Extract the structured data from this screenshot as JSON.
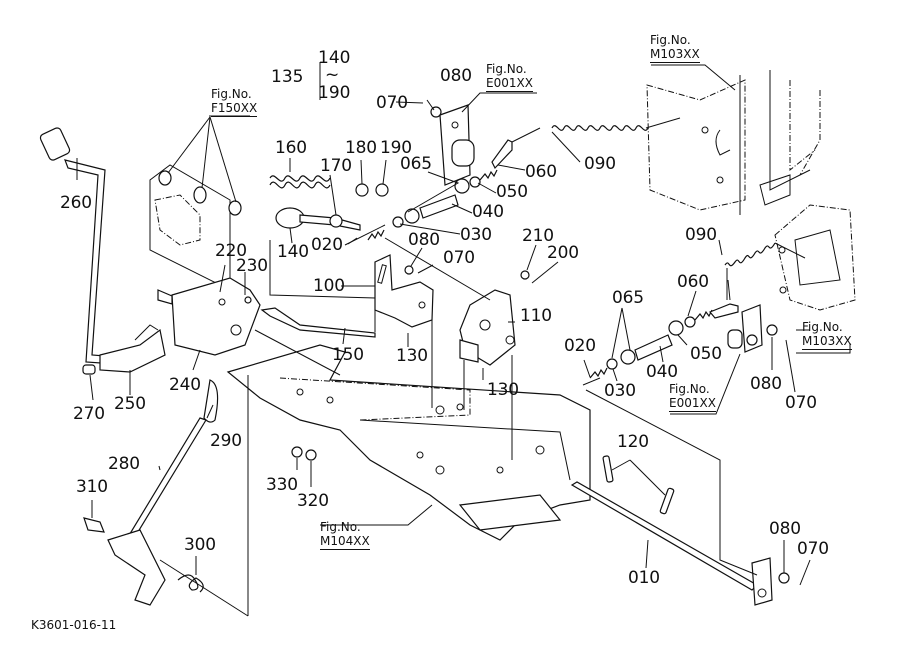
{
  "diagram": {
    "title": "Exploded parts diagram - pedal / linkage assembly",
    "caption": "K3601-016-11",
    "range_group": {
      "label": "135",
      "from": "140",
      "tilde": "~",
      "to": "190"
    },
    "figure_refs": [
      {
        "id": "fig-e001-top",
        "prefix": "Fig.No.",
        "code": "E001XX"
      },
      {
        "id": "fig-m103-top",
        "prefix": "Fig.No.",
        "code": "M103XX"
      },
      {
        "id": "fig-f150",
        "prefix": "Fig.No.",
        "code": "F150XX"
      },
      {
        "id": "fig-m103-right",
        "prefix": "Fig.No.",
        "code": "M103XX"
      },
      {
        "id": "fig-e001-right",
        "prefix": "Fig.No.",
        "code": "E001XX"
      },
      {
        "id": "fig-m104",
        "prefix": "Fig.No.",
        "code": "M104XX"
      }
    ],
    "part_labels": [
      {
        "id": "p080-top",
        "text": "080"
      },
      {
        "id": "p070-top",
        "text": "070"
      },
      {
        "id": "p160",
        "text": "160"
      },
      {
        "id": "p180",
        "text": "180"
      },
      {
        "id": "p190",
        "text": "190"
      },
      {
        "id": "p170",
        "text": "170"
      },
      {
        "id": "p065-mid",
        "text": "065"
      },
      {
        "id": "p060-mid",
        "text": "060"
      },
      {
        "id": "p050-mid",
        "text": "050"
      },
      {
        "id": "p040-mid",
        "text": "040"
      },
      {
        "id": "p030-mid",
        "text": "030"
      },
      {
        "id": "p020-mid",
        "text": "020"
      },
      {
        "id": "p140",
        "text": "140"
      },
      {
        "id": "p090-top",
        "text": "090"
      },
      {
        "id": "p260",
        "text": "260"
      },
      {
        "id": "p220",
        "text": "220"
      },
      {
        "id": "p230",
        "text": "230"
      },
      {
        "id": "p080-mid",
        "text": "080"
      },
      {
        "id": "p070-mid",
        "text": "070"
      },
      {
        "id": "p210",
        "text": "210"
      },
      {
        "id": "p200",
        "text": "200"
      },
      {
        "id": "p100",
        "text": "100"
      },
      {
        "id": "p110",
        "text": "110"
      },
      {
        "id": "p150",
        "text": "150"
      },
      {
        "id": "p130-a",
        "text": "130"
      },
      {
        "id": "p130-b",
        "text": "130"
      },
      {
        "id": "p240",
        "text": "240"
      },
      {
        "id": "p250",
        "text": "250"
      },
      {
        "id": "p270",
        "text": "270"
      },
      {
        "id": "p290",
        "text": "290"
      },
      {
        "id": "p280",
        "text": "280"
      },
      {
        "id": "p310",
        "text": "310"
      },
      {
        "id": "p300",
        "text": "300"
      },
      {
        "id": "p330",
        "text": "330"
      },
      {
        "id": "p320",
        "text": "320"
      },
      {
        "id": "p090-right",
        "text": "090"
      },
      {
        "id": "p065-right",
        "text": "065"
      },
      {
        "id": "p060-right",
        "text": "060"
      },
      {
        "id": "p050-right",
        "text": "050"
      },
      {
        "id": "p040-right",
        "text": "040"
      },
      {
        "id": "p030-right",
        "text": "030"
      },
      {
        "id": "p020-right",
        "text": "020"
      },
      {
        "id": "p080-right",
        "text": "080"
      },
      {
        "id": "p070-right",
        "text": "070"
      },
      {
        "id": "p120",
        "text": "120"
      },
      {
        "id": "p010",
        "text": "010"
      },
      {
        "id": "p080-bottom",
        "text": "080"
      },
      {
        "id": "p070-bottom",
        "text": "070"
      }
    ]
  }
}
